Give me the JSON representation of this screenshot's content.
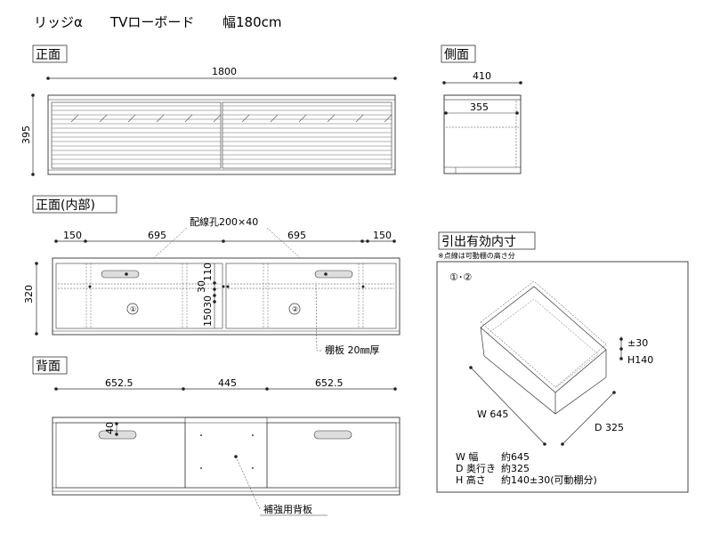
{
  "title": {
    "product": "リッジα",
    "item": "TVローボード",
    "width": "幅180cm"
  },
  "sections": {
    "front": "正面",
    "side": "側面",
    "front_inner": "正面(内部)",
    "back": "背面",
    "drawer": "引出有効内寸"
  },
  "front": {
    "width": "1800",
    "height": "395"
  },
  "side": {
    "depth_outer": "410",
    "depth_inner": "355"
  },
  "inner": {
    "w1": "150",
    "w2": "695",
    "w3": "695",
    "w4": "150",
    "height": "320",
    "cable_hole": "配線孔200×40",
    "v110": "110",
    "v30": "30",
    "v150": "150",
    "v30b": "30",
    "circle1": "①",
    "circle2": "②",
    "shelf_note": "棚板 20㎜厚"
  },
  "back": {
    "w1": "652.5",
    "w2": "445",
    "w3": "652.5",
    "v40": "40",
    "reinforce": "補強用背板"
  },
  "drawer": {
    "note": "※点線は可動棚の高さ分",
    "ref": "①･②",
    "h_pm": "±30",
    "h": "H140",
    "w": "W 645",
    "d": "D 325",
    "spec_w_label": "W 幅",
    "spec_w_value": "約645",
    "spec_d_label": "D 奥行き",
    "spec_d_value": "約325",
    "spec_h_label": "H 高さ",
    "spec_h_value": "約140±30(可動棚分)"
  }
}
